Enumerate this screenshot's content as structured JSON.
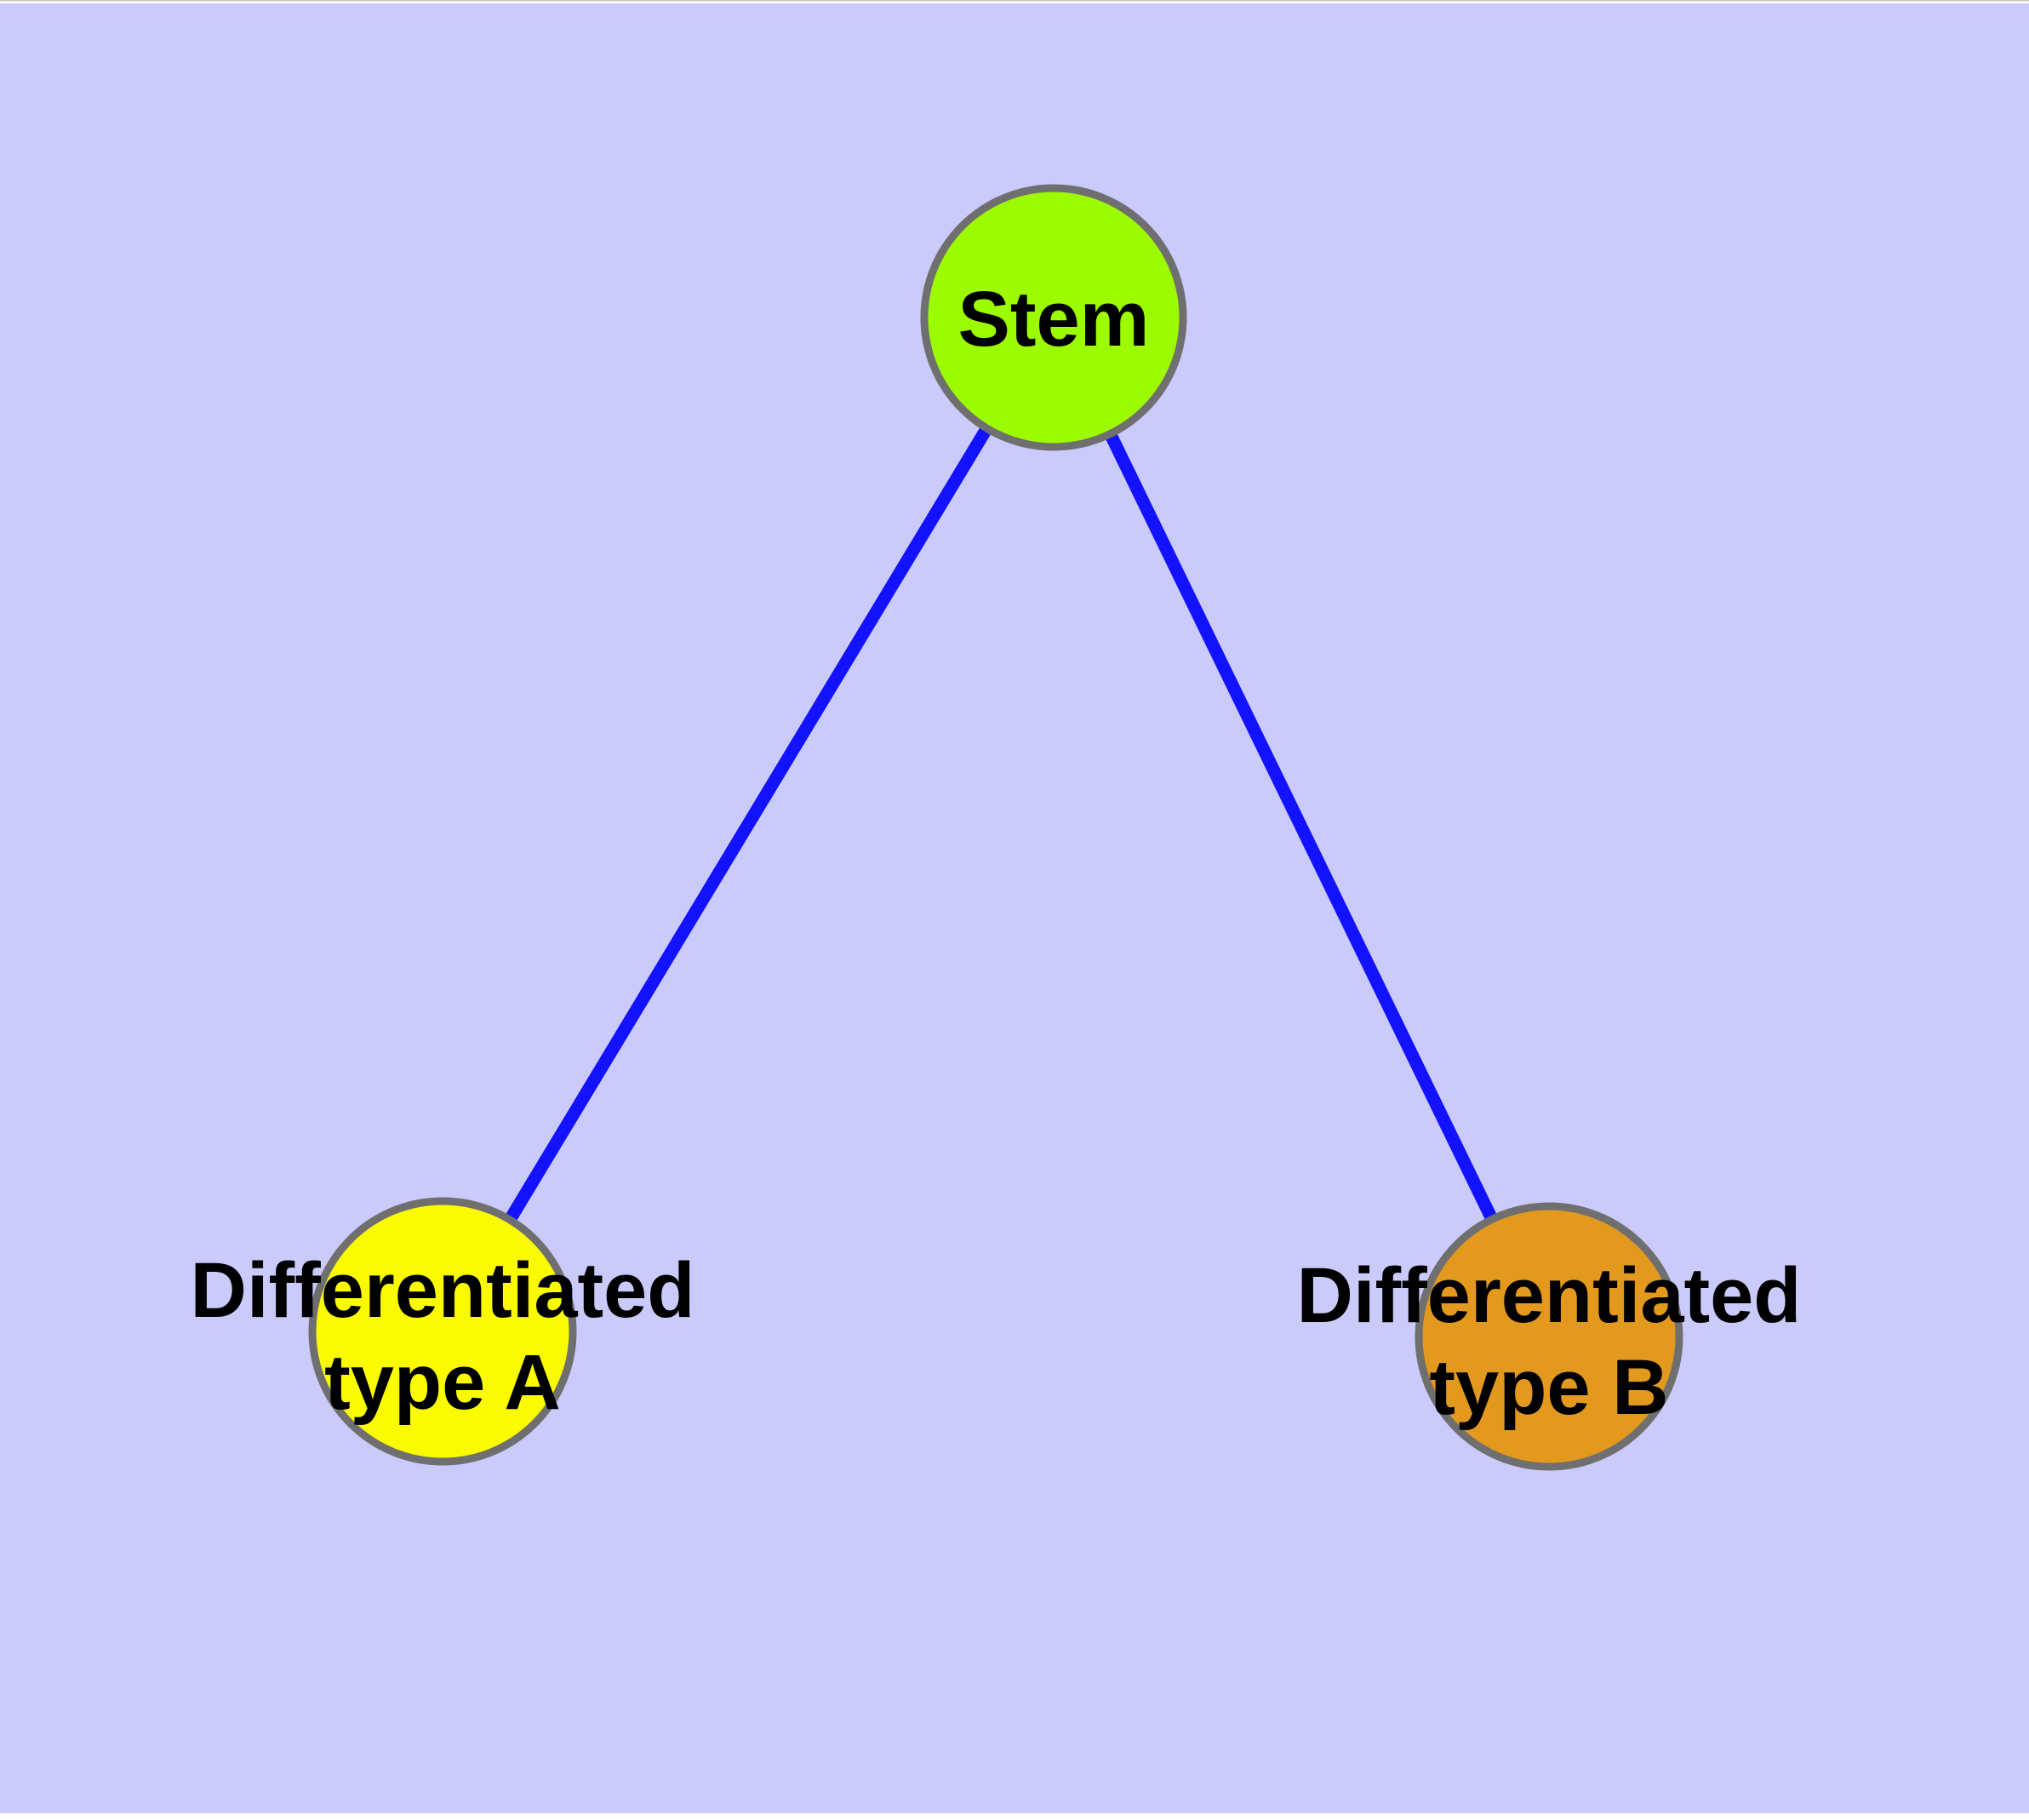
{
  "background": {
    "canvas_color": "#CACAFB",
    "margin_color": "#FFFFFF",
    "edge_hairline_color": "#C8C8C8"
  },
  "graph": {
    "type": "node-link-diagram",
    "label_color": "#000000",
    "nodes": [
      {
        "id": "stem",
        "label": "Stem",
        "label_lines": [
          "Stem"
        ],
        "fill": "#9CFB00",
        "border": "#6F6F6F"
      },
      {
        "id": "differentiated-type-a",
        "label": "Differentiated type A",
        "label_lines": [
          "Differentiated",
          "type A"
        ],
        "fill": "#FBFB00",
        "border": "#6F6F6F"
      },
      {
        "id": "differentiated-type-b",
        "label": "Differentiated type B",
        "label_lines": [
          "Differentiated",
          "type B"
        ],
        "fill": "#E2991E",
        "border": "#6F6F6F"
      }
    ],
    "edges": [
      {
        "from": "stem",
        "to": "differentiated-type-a",
        "color": "#1212FF"
      },
      {
        "from": "stem",
        "to": "differentiated-type-b",
        "color": "#1212FF"
      }
    ]
  }
}
